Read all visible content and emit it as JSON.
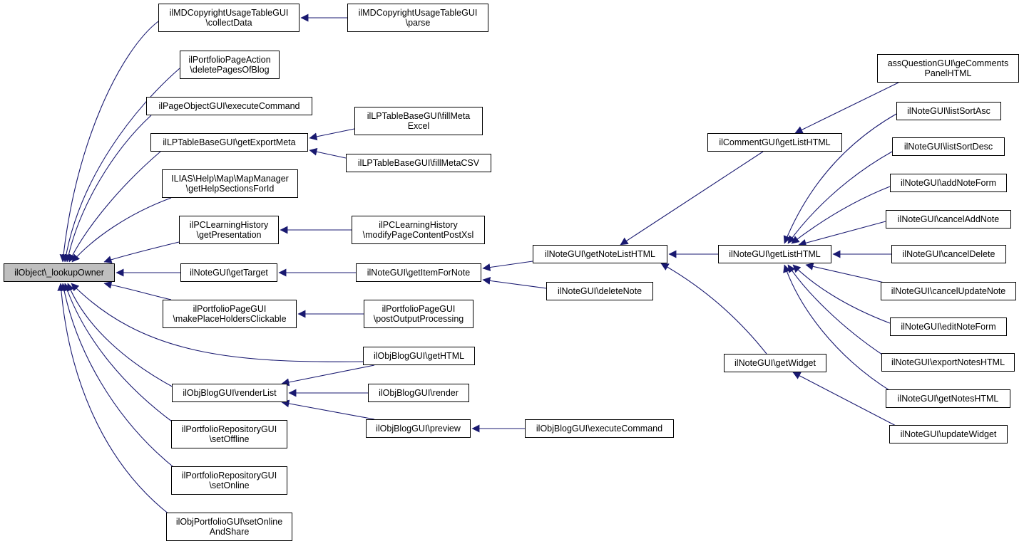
{
  "graph": {
    "colors": {
      "edge": "#191970",
      "node_border": "#000000",
      "root_fill": "#bfbfbf",
      "node_fill": "#ffffff"
    },
    "nodes": {
      "root": "ilObject\\_lookupOwner",
      "copyright_collect": "ilMDCopyrightUsageTableGUI\n\\collectData",
      "copyright_parse": "ilMDCopyrightUsageTableGUI\n\\parse",
      "portfolio_action": "ilPortfolioPageAction\n\\deletePagesOfBlog",
      "page_object_exec": "ilPageObjectGUI\\executeCommand",
      "lp_export_meta": "ilLPTableBaseGUI\\getExportMeta",
      "lp_fill_excel": "ilLPTableBaseGUI\\fillMeta\nExcel",
      "lp_fill_csv": "ilLPTableBaseGUI\\fillMetaCSV",
      "help_map": "ILIAS\\Help\\Map\\MapManager\n\\getHelpSectionsForId",
      "pc_learning_pres": "ilPCLearningHistory\n\\getPresentation",
      "pc_learning_modify": "ilPCLearningHistory\n\\modifyPageContentPostXsl",
      "note_get_target": "ilNoteGUI\\getTarget",
      "note_get_item": "ilNoteGUI\\getItemForNote",
      "portfolio_page_clickable": "ilPortfolioPageGUI\n\\makePlaceHoldersClickable",
      "portfolio_page_post": "ilPortfolioPageGUI\n\\postOutputProcessing",
      "blog_get_html": "ilObjBlogGUI\\getHTML",
      "blog_render_list": "ilObjBlogGUI\\renderList",
      "blog_render": "ilObjBlogGUI\\render",
      "blog_preview": "ilObjBlogGUI\\preview",
      "blog_exec": "ilObjBlogGUI\\executeCommand",
      "repo_set_offline": "ilPortfolioRepositoryGUI\n\\setOffline",
      "repo_set_online": "ilPortfolioRepositoryGUI\n\\setOnline",
      "portfolio_online_share": "ilObjPortfolioGUI\\setOnline\nAndShare",
      "note_list_html": "ilNoteGUI\\getNoteListHTML",
      "note_delete": "ilNoteGUI\\deleteNote",
      "comment_list_html": "ilCommentGUI\\getListHTML",
      "note_widget": "ilNoteGUI\\getWidget",
      "note_get_list": "ilNoteGUI\\getListHTML",
      "ass_question": "assQuestionGUI\\geComments\nPanelHTML",
      "sort_asc": "ilNoteGUI\\listSortAsc",
      "sort_desc": "ilNoteGUI\\listSortDesc",
      "add_note_form": "ilNoteGUI\\addNoteForm",
      "cancel_add": "ilNoteGUI\\cancelAddNote",
      "cancel_delete": "ilNoteGUI\\cancelDelete",
      "cancel_update": "ilNoteGUI\\cancelUpdateNote",
      "edit_note_form": "ilNoteGUI\\editNoteForm",
      "export_notes": "ilNoteGUI\\exportNotesHTML",
      "get_notes_html": "ilNoteGUI\\getNotesHTML",
      "update_widget": "ilNoteGUI\\updateWidget"
    },
    "edges": [
      [
        "copyright_collect",
        "root"
      ],
      [
        "portfolio_action",
        "root"
      ],
      [
        "page_object_exec",
        "root"
      ],
      [
        "lp_export_meta",
        "root"
      ],
      [
        "help_map",
        "root"
      ],
      [
        "pc_learning_pres",
        "root"
      ],
      [
        "note_get_target",
        "root"
      ],
      [
        "portfolio_page_clickable",
        "root"
      ],
      [
        "blog_get_html",
        "root"
      ],
      [
        "blog_render_list",
        "root"
      ],
      [
        "repo_set_offline",
        "root"
      ],
      [
        "repo_set_online",
        "root"
      ],
      [
        "portfolio_online_share",
        "root"
      ],
      [
        "copyright_parse",
        "copyright_collect"
      ],
      [
        "lp_fill_excel",
        "lp_export_meta"
      ],
      [
        "lp_fill_csv",
        "lp_export_meta"
      ],
      [
        "pc_learning_modify",
        "pc_learning_pres"
      ],
      [
        "note_get_item",
        "note_get_target"
      ],
      [
        "portfolio_page_post",
        "portfolio_page_clickable"
      ],
      [
        "blog_get_html",
        "blog_render_list"
      ],
      [
        "blog_render",
        "blog_render_list"
      ],
      [
        "blog_preview",
        "blog_render_list"
      ],
      [
        "blog_exec",
        "blog_preview"
      ],
      [
        "note_list_html",
        "note_get_item"
      ],
      [
        "note_delete",
        "note_get_item"
      ],
      [
        "comment_list_html",
        "note_list_html"
      ],
      [
        "note_widget",
        "note_list_html"
      ],
      [
        "note_get_list",
        "note_list_html"
      ],
      [
        "ass_question",
        "comment_list_html"
      ],
      [
        "sort_asc",
        "note_get_list"
      ],
      [
        "sort_desc",
        "note_get_list"
      ],
      [
        "add_note_form",
        "note_get_list"
      ],
      [
        "cancel_add",
        "note_get_list"
      ],
      [
        "cancel_delete",
        "note_get_list"
      ],
      [
        "cancel_update",
        "note_get_list"
      ],
      [
        "edit_note_form",
        "note_get_list"
      ],
      [
        "export_notes",
        "note_get_list"
      ],
      [
        "get_notes_html",
        "note_get_list"
      ],
      [
        "update_widget",
        "note_widget"
      ]
    ]
  }
}
